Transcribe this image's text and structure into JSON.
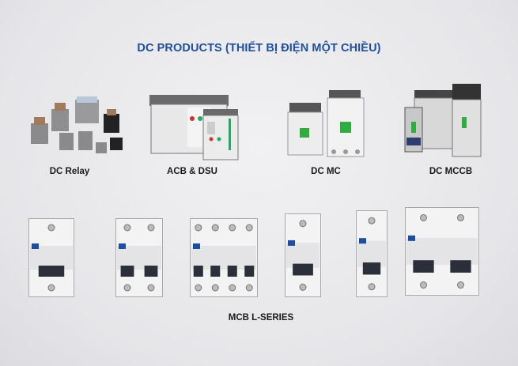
{
  "title": "DC PRODUCTS (THIẾT BỊ ĐIỆN MỘT CHIỀU)",
  "products": [
    {
      "label": "DC Relay"
    },
    {
      "label": "ACB & DSU"
    },
    {
      "label": "DC MC"
    },
    {
      "label": "DC MCCB"
    }
  ],
  "mcb_series": {
    "label": "MCB L-SERIES",
    "items": [
      {
        "poles": 1
      },
      {
        "poles": 2
      },
      {
        "poles": 4
      },
      {
        "poles": 1
      },
      {
        "poles": 1
      },
      {
        "poles": 2
      }
    ]
  },
  "colors": {
    "title": "#1f4f9e",
    "brand_blue": "#1d4fa0",
    "green": "#2fae3f"
  }
}
